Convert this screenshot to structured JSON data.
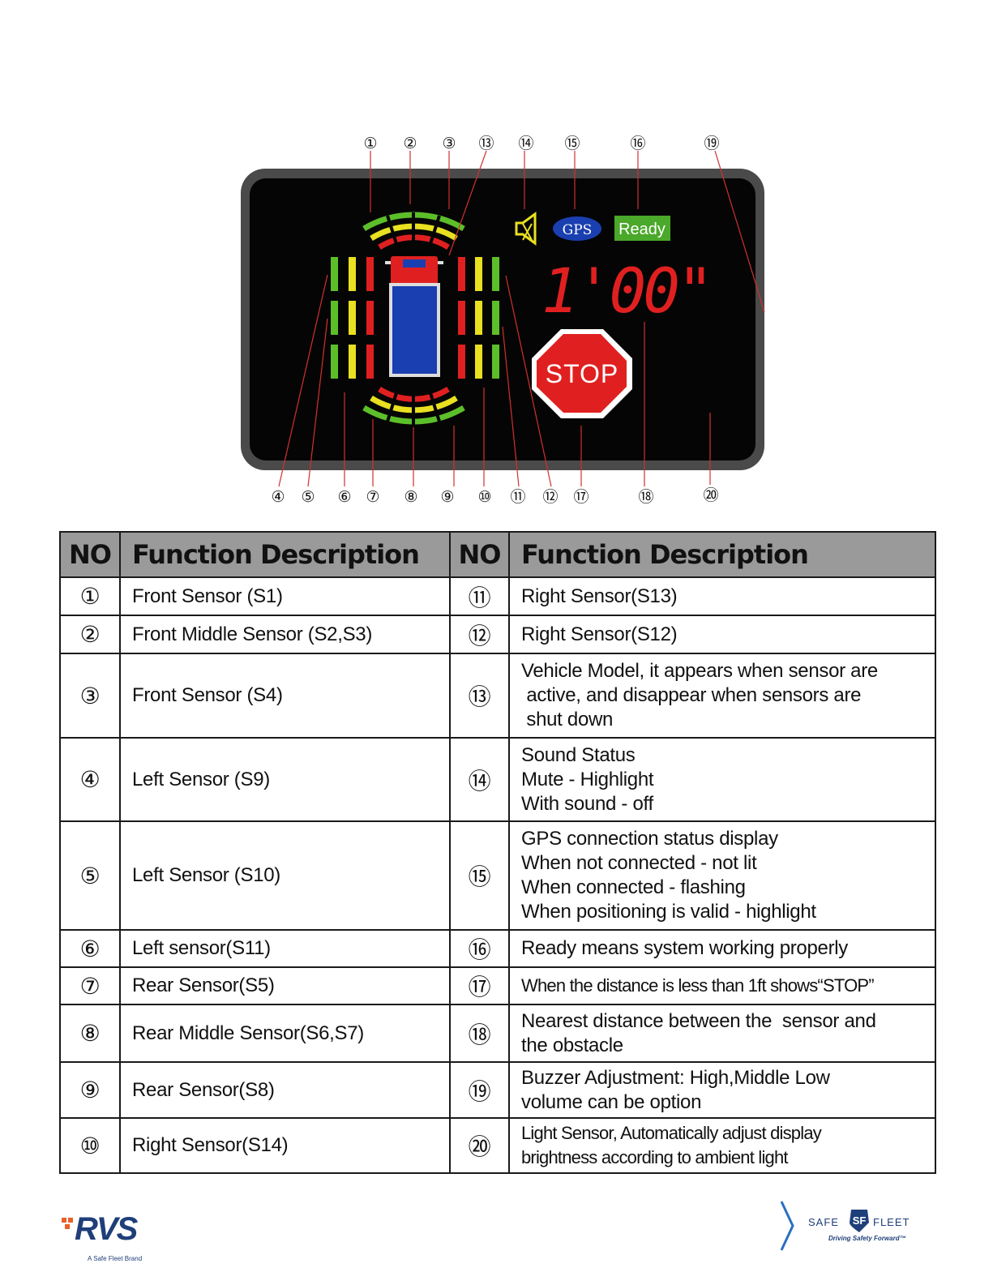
{
  "diagram": {
    "ready_label": "Ready",
    "gps_label": "GPS",
    "distance_display": "1'00\"",
    "stop_label": "STOP",
    "callouts_top": [
      "①",
      "②",
      "③",
      "⑬",
      "⑭",
      "⑮",
      "⑯",
      "⑲"
    ],
    "callouts_bottom": [
      "④",
      "⑤",
      "⑥",
      "⑦",
      "⑧",
      "⑨",
      "⑩",
      "⑪",
      "⑫",
      "⑰",
      "⑱",
      "⑳"
    ],
    "colors": {
      "red": "#e02020",
      "yellow": "#e8e020",
      "green": "#5cbf2a",
      "gps_blue": "#1a3fb0",
      "ready_green": "#4aa82a",
      "bezel": "#4a4a4a"
    }
  },
  "table": {
    "header_no": "NO",
    "header_desc": "Function Description",
    "rows": [
      {
        "num1": "①",
        "desc1": [
          "Front Sensor (S1)"
        ],
        "num2": "⑪",
        "desc2": [
          "Right Sensor(S13)"
        ]
      },
      {
        "num1": "②",
        "desc1": [
          "Front Middle Sensor (S2,S3)"
        ],
        "num2": "⑫",
        "desc2": [
          "Right Sensor(S12)"
        ]
      },
      {
        "num1": "③",
        "desc1": [
          "Front Sensor (S4)"
        ],
        "num2": "⑬",
        "desc2": [
          "Vehicle Model, it appears when sensor are",
          " active, and disappear when sensors are",
          " shut down"
        ]
      },
      {
        "num1": "④",
        "desc1": [
          "Left Sensor (S9)"
        ],
        "num2": "⑭",
        "desc2": [
          "Sound Status",
          "Mute - Highlight",
          "With sound - off"
        ]
      },
      {
        "num1": "⑤",
        "desc1": [
          "Left Sensor (S10)"
        ],
        "num2": "⑮",
        "desc2": [
          "GPS connection status display",
          "When not connected - not lit",
          "When connected - flashing",
          "When positioning is valid - highlight"
        ]
      },
      {
        "num1": "⑥",
        "desc1": [
          "Left sensor(S11)"
        ],
        "num2": "⑯",
        "desc2": [
          "Ready means system working properly"
        ]
      },
      {
        "num1": "⑦",
        "desc1": [
          "Rear Sensor(S5)"
        ],
        "num2": "⑰",
        "desc2": [
          "When the distance is less than 1ft shows“STOP”"
        ]
      },
      {
        "num1": "⑧",
        "desc1": [
          "Rear Middle Sensor(S6,S7)"
        ],
        "num2": "⑱",
        "desc2": [
          "Nearest distance between the  sensor and",
          "the obstacle"
        ]
      },
      {
        "num1": "⑨",
        "desc1": [
          "Rear Sensor(S8)"
        ],
        "num2": "⑲",
        "desc2": [
          "Buzzer Adjustment: High,Middle Low",
          "volume can be option"
        ]
      },
      {
        "num1": "⑩",
        "desc1": [
          "Right Sensor(S14)"
        ],
        "num2": "⑳",
        "desc2": [
          "Light Sensor, Automatically adjust display",
          "brightness according to ambient light"
        ]
      }
    ]
  },
  "footer": {
    "rvs_logo": "RVS",
    "rvs_tagline": "A Safe Fleet Brand",
    "safefleet_left": "SAFE",
    "safefleet_right": "FLEET",
    "safefleet_tagline": "Driving Safety Forward™"
  }
}
